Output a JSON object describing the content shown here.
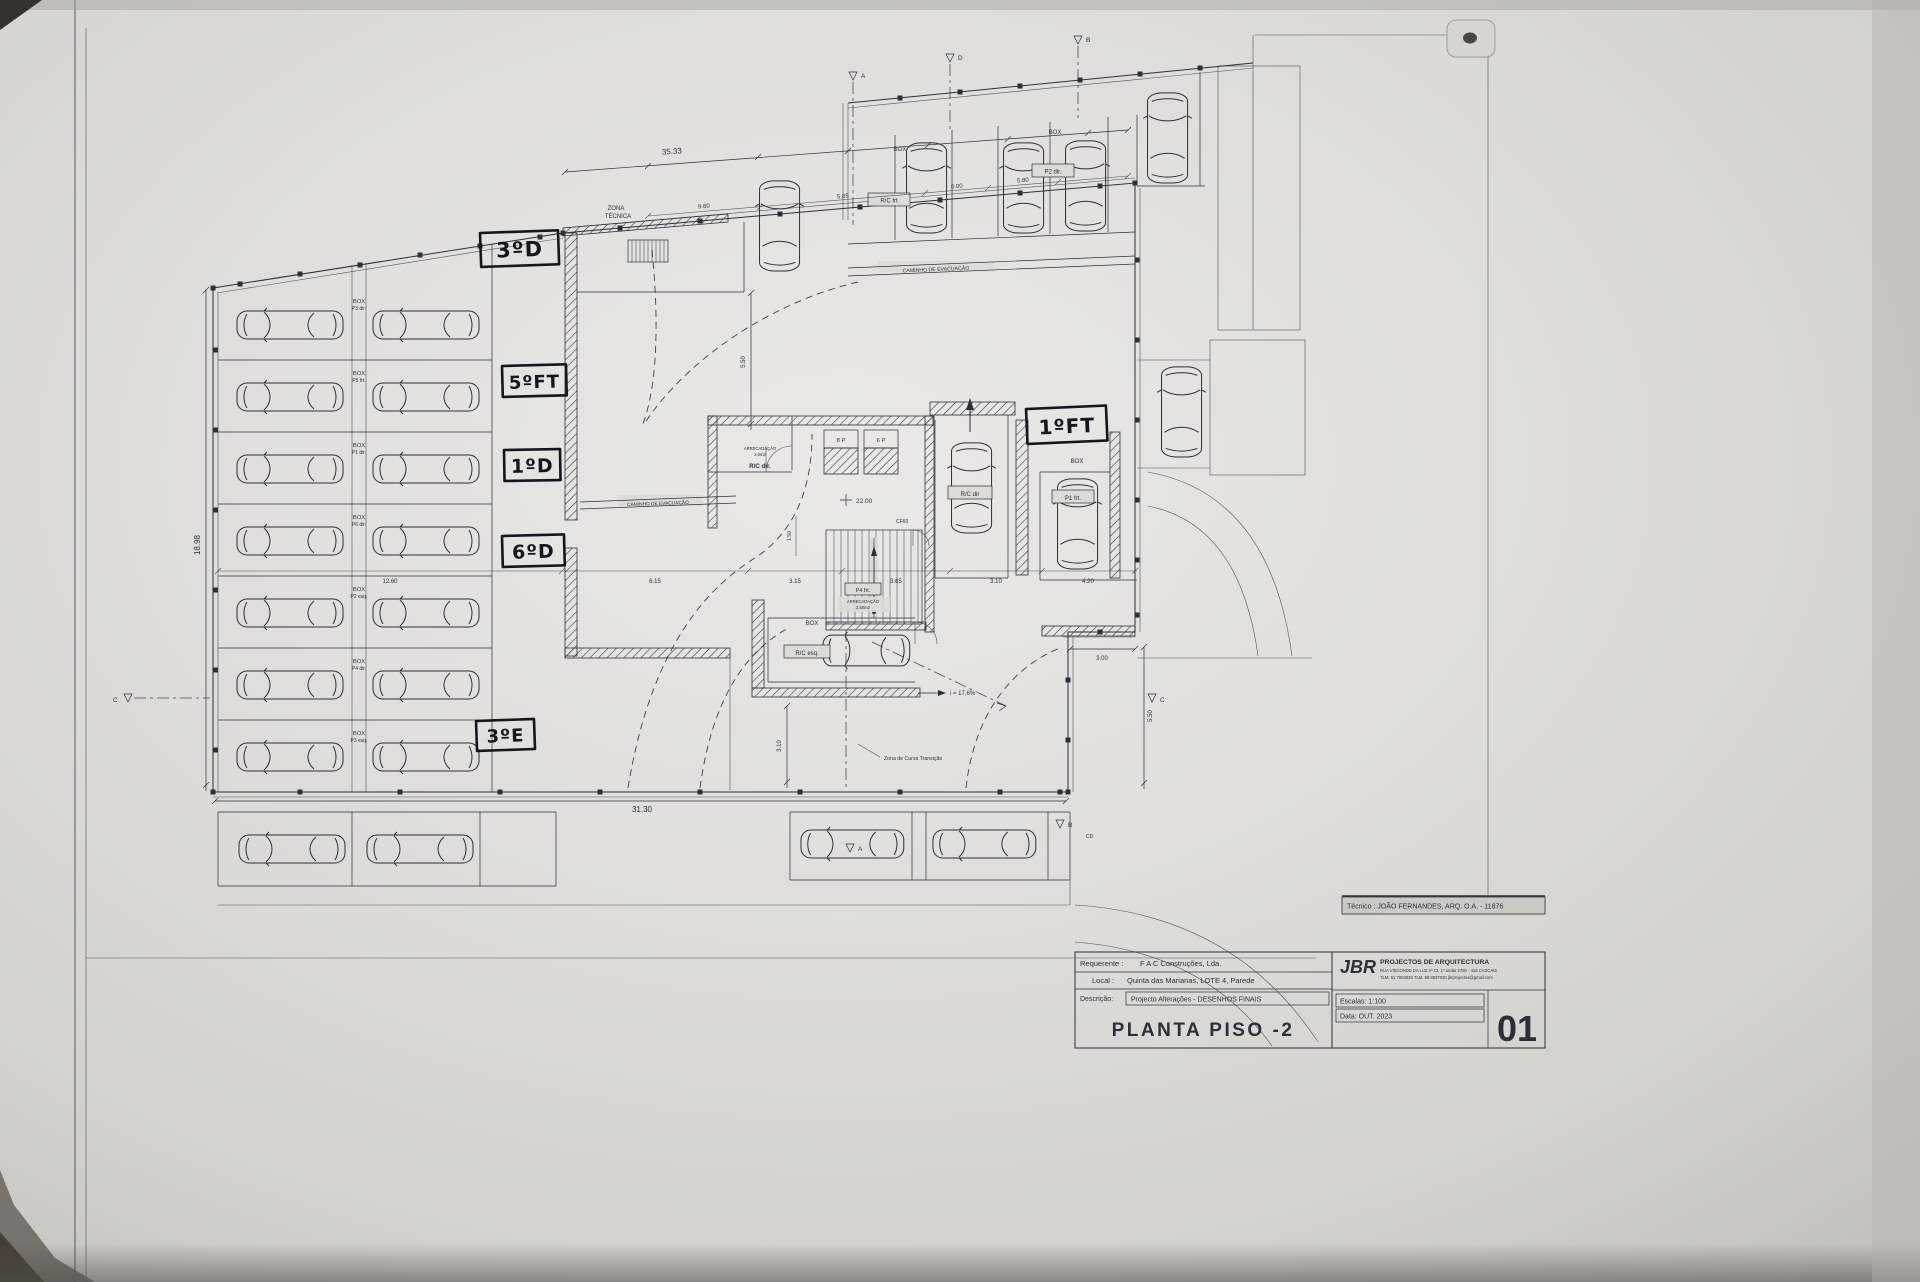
{
  "colors": {
    "paper": "#dcdbd8",
    "ink": "#2e2e37",
    "hand": "#15151d"
  },
  "titleblock": {
    "tecnico": "Técnico : JOÃO FERNANDES, ARQ.   O.A. - 11876",
    "firm": "JBR",
    "firm_sub": "PROJECTOS DE ARQUITECTURA",
    "firm_addr": "RUA VISCONDE DA LUZ nº 13, 1º andar   2750 - 416   CASCAIS",
    "firm_tel": "TLM. 91 7604036   TLM. 96 8837030   jbrprojectos@gmail.com",
    "requerente_label": "Requerente :",
    "requerente_value": "F A C Construções, Lda.",
    "local_label": "Local :",
    "local_value": "Quinta das Marianas, LOTE 4, Parede",
    "descricao_label": "Descrição:",
    "descricao_value": "Projecto Alterações - DESENHOS FINAIS",
    "escala": "Escalas: 1:100",
    "data": "Data: OUT. 2023",
    "sheet_no": "01",
    "drawing_title": "PLANTA PISO -2"
  },
  "hand": {
    "h1": "3ºD",
    "h2": "5ºFT",
    "h3": "1ºD",
    "h4": "6ºD",
    "h5": "3ºE",
    "h6": "1ºFT"
  },
  "labels": {
    "zona1": "ZONA",
    "zona2": "TÉCNICA",
    "caminho": "CAMINHO DE EVACUAÇÃO",
    "box": "BOX",
    "rc_frt": "R/C frt",
    "rc_dir": "R/C dir",
    "rc_dir_room": "R/C dir.",
    "rc_esq": "R/C esq.",
    "p2_dir": "P2 dir.",
    "p1_frt": "P1 frt.",
    "p4_frt": "P4 frt.",
    "arrecadacao": "ARRECADAÇÃO",
    "area20": "2,0m2",
    "area350": "3,50m2",
    "lift_8p": "8 P",
    "lift_6p": "6 P",
    "cf60": "CF60",
    "level": "22.00",
    "slope": "i = 17,6%",
    "curva": "Zona de Curva Transição"
  },
  "rows": [
    {
      "code": "P3 dir."
    },
    {
      "code": "P5 frt."
    },
    {
      "code": "P1 dir."
    },
    {
      "code": "P6 dir."
    },
    {
      "code": "P2 esq."
    },
    {
      "code": "P4 dir."
    },
    {
      "code": "P3 esq."
    }
  ],
  "dims": {
    "d3533": "35.33",
    "d960": "9.60",
    "d565a": "5.65",
    "d000": "0.00",
    "d580": "5.80",
    "d1898": "18.98",
    "d3130": "31.30",
    "d1260": "12.60",
    "d615": "6.15",
    "d315": "3.15",
    "d365": "3.65",
    "d310": "3.10",
    "d420": "4.20",
    "d300": "3.00",
    "d550a": "5.50",
    "d550b": "5.50",
    "d150": "1.50",
    "d310v": "3.10"
  },
  "markers": {
    "a": "A",
    "b": "B",
    "c": "C",
    "d": "D",
    "cd": "CD"
  }
}
